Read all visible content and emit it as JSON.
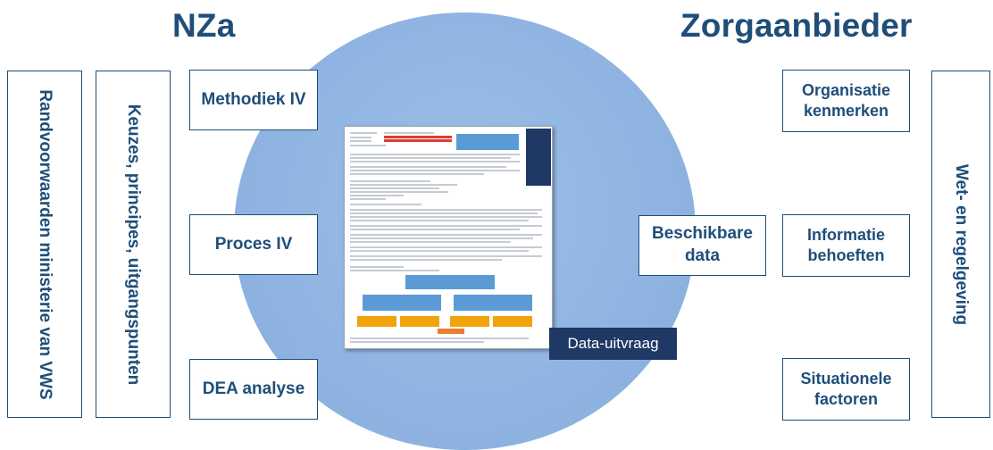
{
  "headers": {
    "left": "NZa",
    "right": "Zorgaanbieder"
  },
  "left_vertical": [
    "Randvoorwaarden ministerie van VWS",
    "Keuzes, principes, uitgangspunten"
  ],
  "left_boxes": [
    "Methodiek IV",
    "Proces IV",
    "DEA analyse"
  ],
  "center": {
    "available_data": "Beschikbare data",
    "data_request": "Data-uitvraag"
  },
  "right_boxes": [
    [
      "Organisatie",
      "kenmerken"
    ],
    [
      "Informatie",
      "behoeften"
    ],
    [
      "Situationele",
      "factoren"
    ]
  ],
  "right_vertical": "Wet- en regelgeving",
  "colors": {
    "primary": "#1f4e79",
    "circle": "#8eb4e3",
    "label_bg": "#1f3864"
  }
}
